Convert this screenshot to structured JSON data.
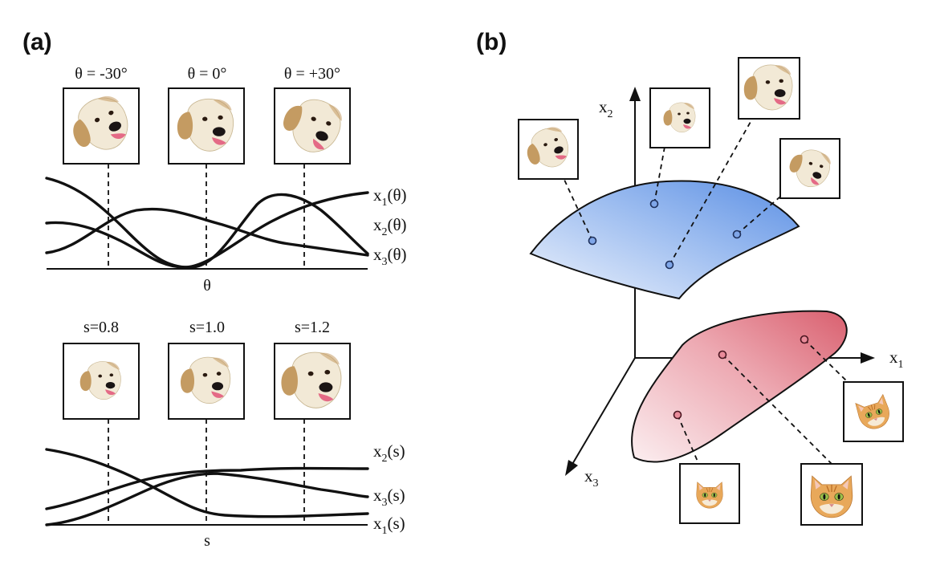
{
  "panel_a": {
    "label": "(a)",
    "rotation_captions": [
      "θ = -30°",
      "θ = 0°",
      "θ = +30°"
    ],
    "rotation_axis": "θ",
    "rotation_curves": [
      {
        "base": "x",
        "sub": "1",
        "arg": "(θ)"
      },
      {
        "base": "x",
        "sub": "2",
        "arg": "(θ)"
      },
      {
        "base": "x",
        "sub": "3",
        "arg": "(θ)"
      }
    ],
    "scale_captions": [
      "s=0.8",
      "s=1.0",
      "s=1.2"
    ],
    "scale_axis": "s",
    "scale_curves": [
      {
        "base": "x",
        "sub": "2",
        "arg": "(s)"
      },
      {
        "base": "x",
        "sub": "3",
        "arg": "(s)"
      },
      {
        "base": "x",
        "sub": "1",
        "arg": "(s)"
      }
    ]
  },
  "panel_b": {
    "label": "(b)",
    "axes": [
      {
        "base": "x",
        "sub": "2"
      },
      {
        "base": "x",
        "sub": "1"
      },
      {
        "base": "x",
        "sub": "3"
      }
    ],
    "manifold_colors": {
      "dog": "#5b8fe4",
      "cat": "#d9606f"
    }
  },
  "icons": {
    "dog": "dog-face-icon",
    "cat": "cat-face-icon"
  }
}
